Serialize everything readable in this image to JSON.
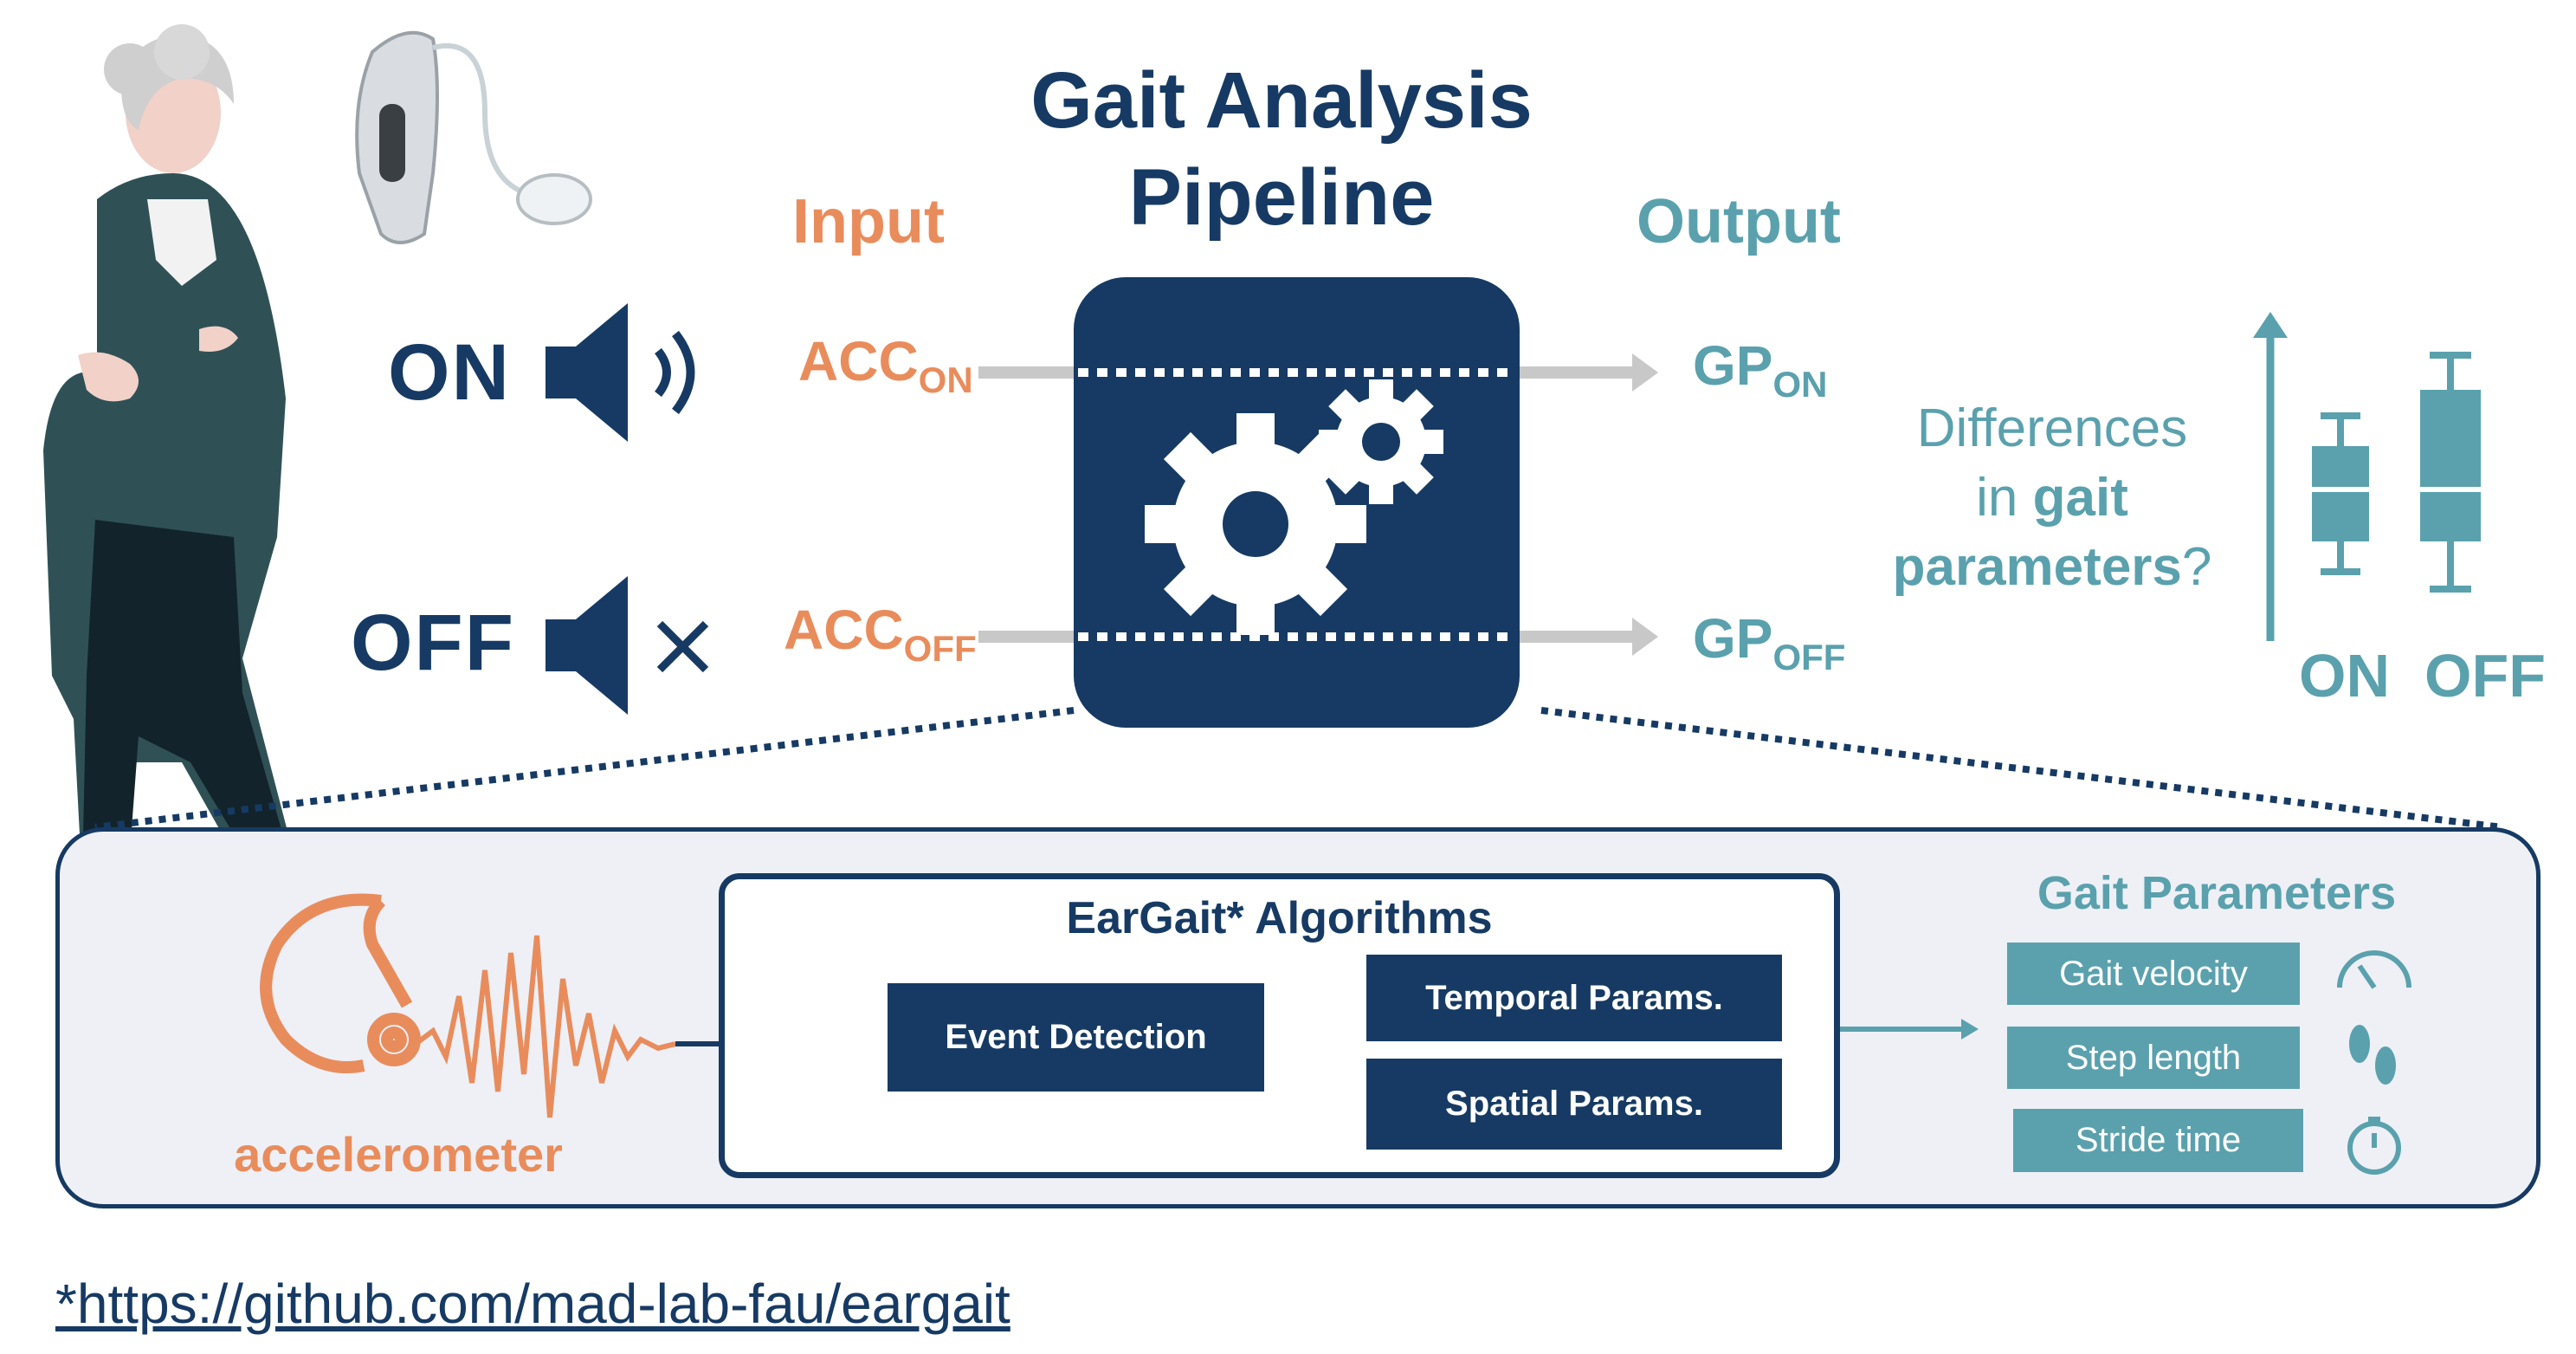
{
  "title": "Gait Analysis\nPipeline",
  "input_label": "Input",
  "output_label": "Output",
  "states": {
    "on": "ON",
    "off": "OFF"
  },
  "signals": {
    "acc_on": {
      "base": "ACC",
      "sub": "ON"
    },
    "acc_off": {
      "base": "ACC",
      "sub": "OFF"
    },
    "gp_on": {
      "base": "GP",
      "sub": "ON"
    },
    "gp_off": {
      "base": "GP",
      "sub": "OFF"
    }
  },
  "question": {
    "line1": "Differences",
    "line2_pre": "in ",
    "line2_bold": "gait",
    "line3_bold": "parameters",
    "line3_post": "?"
  },
  "boxplot_labels": {
    "on": "ON",
    "off": "OFF"
  },
  "sensor_label": "accelerometer",
  "algorithms": {
    "title": "EarGait* Algorithms",
    "event_detection": "Event Detection",
    "temporal": "Temporal Params.",
    "spatial": "Spatial Params."
  },
  "gait_parameters": {
    "title": "Gait Parameters",
    "items": [
      {
        "label": "Gait velocity",
        "icon": "speedometer-icon"
      },
      {
        "label": "Step length",
        "icon": "footprints-icon"
      },
      {
        "label": "Stride time",
        "icon": "stopwatch-icon"
      }
    ]
  },
  "footnote": "*https://github.com/mad-lab-fau/eargait",
  "colors": {
    "navy": "#163a63",
    "orange": "#e98c5c",
    "teal": "#5aa1ad",
    "panel": "#eef0f6"
  }
}
